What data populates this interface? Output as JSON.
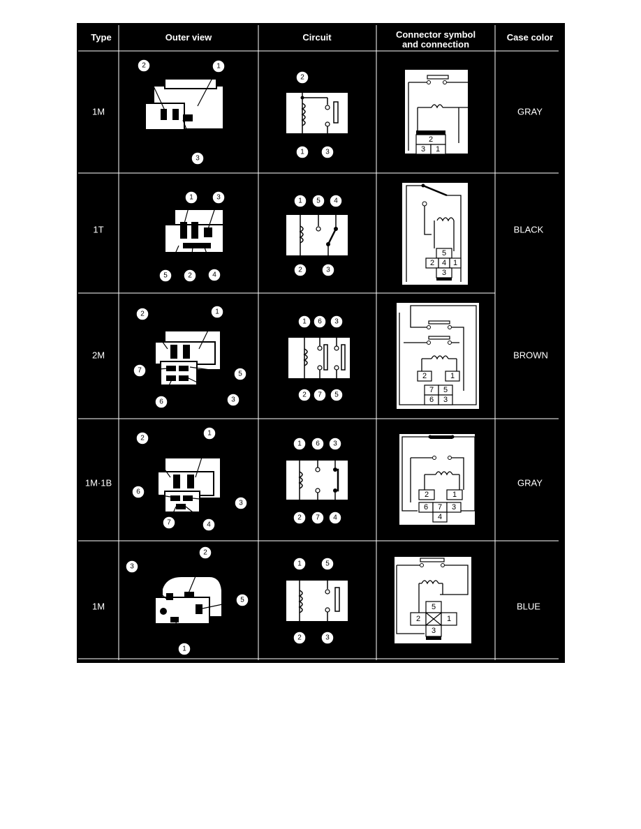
{
  "headers": {
    "type": "Type",
    "outer": "Outer view",
    "circuit": "Circuit",
    "connector1": "Connector symbol",
    "connector2": "and connection",
    "color": "Case color"
  },
  "rows": [
    {
      "type": "1M",
      "color": "GRAY",
      "outer_callouts": [
        "2",
        "1",
        "3"
      ],
      "circuit_terminals": [
        "2",
        "1",
        "3"
      ],
      "connector_pins": [
        "2",
        "3",
        "1"
      ]
    },
    {
      "type": "1T",
      "color": "BLACK",
      "outer_callouts": [
        "1",
        "3",
        "5",
        "2",
        "4"
      ],
      "circuit_terminals": [
        "1",
        "5",
        "4",
        "2",
        "3"
      ],
      "connector_pins": [
        "5",
        "2",
        "4",
        "1",
        "3"
      ]
    },
    {
      "type": "2M",
      "color": "BROWN",
      "outer_callouts": [
        "2",
        "1",
        "7",
        "5",
        "6",
        "3"
      ],
      "circuit_terminals": [
        "1",
        "6",
        "3",
        "2",
        "7",
        "5"
      ],
      "connector_pins": [
        "2",
        "1",
        "7",
        "5",
        "6",
        "3"
      ]
    },
    {
      "type": "1M·1B",
      "color": "GRAY",
      "outer_callouts": [
        "2",
        "1",
        "6",
        "3",
        "7",
        "4"
      ],
      "circuit_terminals": [
        "1",
        "6",
        "3",
        "2",
        "7",
        "4"
      ],
      "connector_pins": [
        "2",
        "1",
        "6",
        "7",
        "3",
        "4"
      ]
    },
    {
      "type": "1M",
      "color": "BLUE",
      "outer_callouts": [
        "3",
        "2",
        "5",
        "1"
      ],
      "circuit_terminals": [
        "1",
        "5",
        "2",
        "3"
      ],
      "connector_pins": [
        "5",
        "2",
        "1",
        "3"
      ]
    }
  ]
}
